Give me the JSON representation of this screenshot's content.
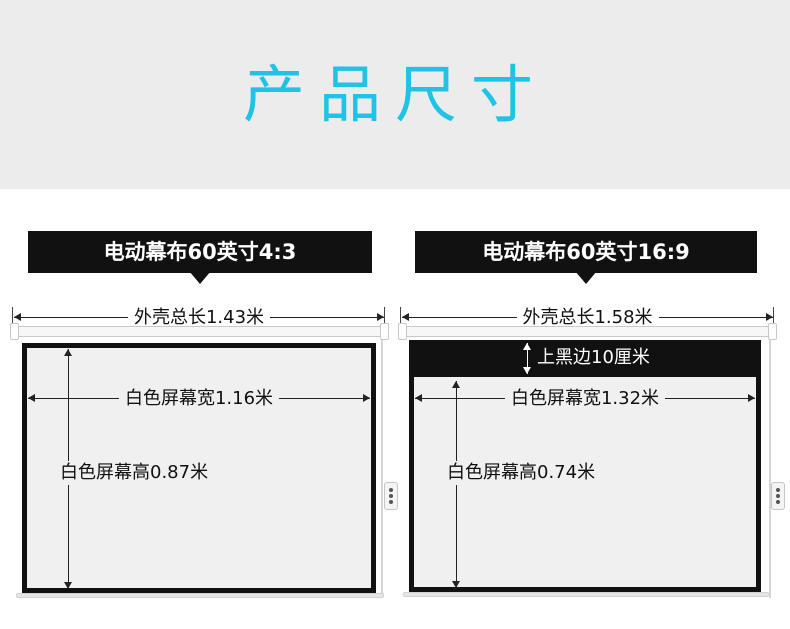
{
  "header": {
    "title": "产品尺寸"
  },
  "left": {
    "banner": "电动幕布60英寸4:3",
    "total_length": "外壳总长1.43米",
    "screen_width": "白色屏幕宽1.16米",
    "screen_height": "白色屏幕高0.87米"
  },
  "right": {
    "banner": "电动幕布60英寸16:9",
    "total_length": "外壳总长1.58米",
    "black_border": "上黑边10厘米",
    "screen_width": "白色屏幕宽1.32米",
    "screen_height": "白色屏幕高0.74米"
  },
  "colors": {
    "title": "#1fc3e6",
    "banner": "#111111",
    "screen": "#f0f0f0",
    "header_bg": "#ececec"
  }
}
